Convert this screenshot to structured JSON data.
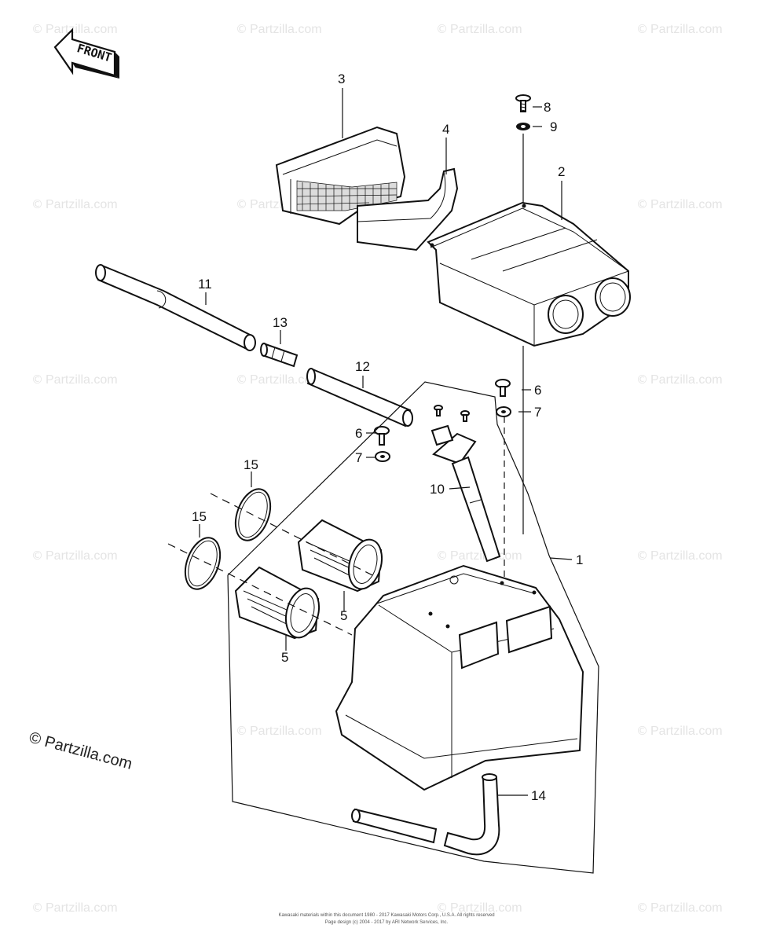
{
  "front_label": "FRONT",
  "callouts": {
    "c1": "1",
    "c2": "2",
    "c3": "3",
    "c4": "4",
    "c5a": "5",
    "c5b": "5",
    "c6a": "6",
    "c6b": "6",
    "c7a": "7",
    "c7b": "7",
    "c8": "8",
    "c9": "9",
    "c10": "10",
    "c11": "11",
    "c12": "12",
    "c13": "13",
    "c14": "14",
    "c15a": "15",
    "c15b": "15"
  },
  "watermark": {
    "brand": "© Partzilla.com",
    "tile": "Partzilla.com",
    "symbol": "©"
  },
  "copyright": {
    "line1": "Kawasaki materials within this document 1980 - 2017 Kawasaki Motors Corp., U.S.A. All rights reserved",
    "line2": "Page design (c) 2004 - 2017 by ARI Network Services, Inc."
  }
}
